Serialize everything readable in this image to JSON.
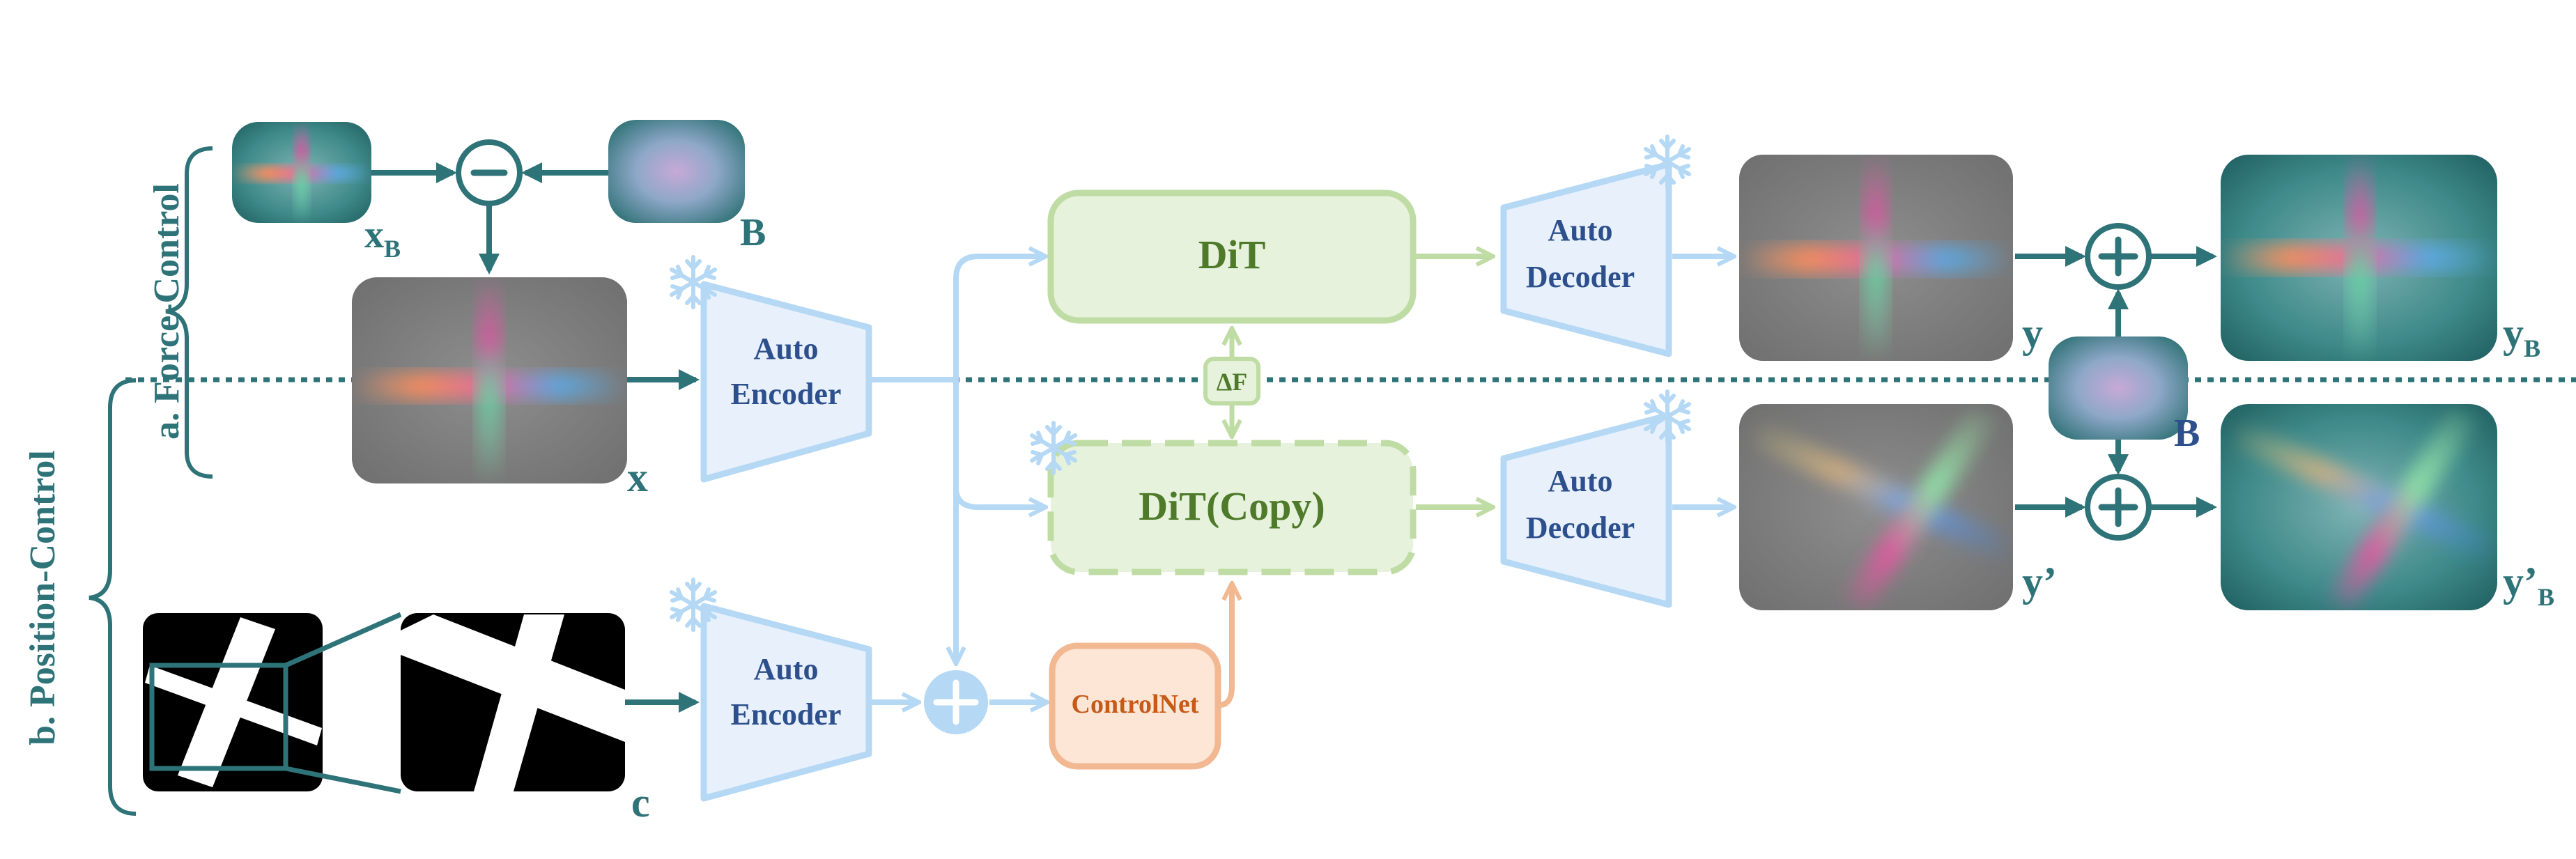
{
  "labels": {
    "force_control": "a. Force-Control",
    "position_control": "b. Position-Control",
    "xb_main": "x",
    "xb_sub": "B",
    "b_top": "B",
    "x": "x",
    "c": "c",
    "y": "y",
    "yb_main": "y",
    "yb_sub": "B",
    "b_mid": "B",
    "yprime": "y’",
    "ybprime_main": "y’",
    "ybprime_sub": "B",
    "encoder_top": [
      "Auto",
      "Encoder"
    ],
    "encoder_bottom": [
      "Auto",
      "Encoder"
    ],
    "decoder_top": [
      "Auto",
      "Decoder"
    ],
    "decoder_bottom": [
      "Auto",
      "Decoder"
    ],
    "dit": "DiT",
    "dit_copy": "DiT(Copy)",
    "delta_f": "ΔF",
    "controlnet": "ControlNet"
  },
  "operators": {
    "subtract": "−",
    "add": "+"
  },
  "colors": {
    "teal": "#2e7378",
    "blue_stroke": "#b5d8f5",
    "blue_fill": "#e7f0fb",
    "blue_text": "#2d4f8c",
    "green_stroke": "#bfdca4",
    "green_fill": "#e6f2dc",
    "green_text": "#4e7a2a",
    "orange_stroke": "#f2b891",
    "orange_fill": "#fde6d6",
    "orange_text": "#c75a17",
    "snowflake": "#b5d8f5"
  },
  "icons": [
    "snowflake-icon",
    "minus-circle-icon",
    "plus-circle-icon"
  ]
}
